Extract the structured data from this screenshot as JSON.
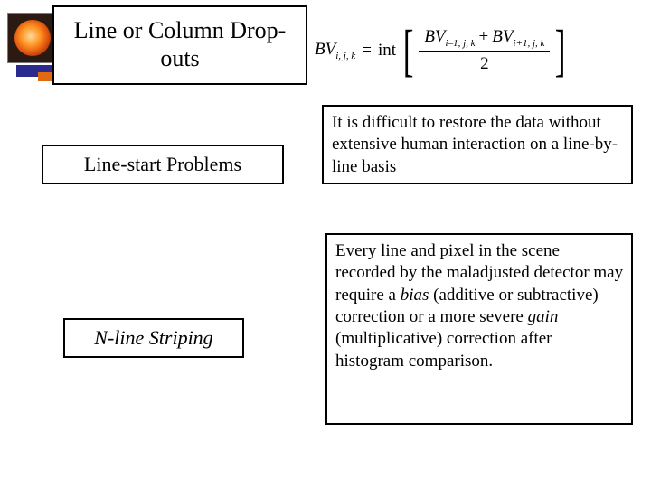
{
  "slide": {
    "title": "Line or Column Drop-outs",
    "logo": {
      "sun_icon": "sun-icon",
      "bar_blue": "#2b2b8f",
      "bar_orange": "#e06a10"
    },
    "formula": {
      "lhs_base": "BV",
      "lhs_sub": "i, j, k",
      "equals": "=",
      "int_label": "int",
      "bracket_left": "[",
      "bracket_right": "]",
      "numerator_left_base": "BV",
      "numerator_left_sub": "i–1, j, k",
      "numerator_plus": "+",
      "numerator_right_base": "BV",
      "numerator_right_sub": "i+1, j, k",
      "denominator": "2"
    },
    "labels": {
      "line_start": "Line-start Problems",
      "n_line_striping": "N-line Striping"
    },
    "texts": {
      "restore": "It is difficult to restore the data without extensive human interaction on a line-by-line basis",
      "every_line_part1": "Every line and pixel in the scene recorded by the maladjusted detector may require a ",
      "every_line_bias": "bias",
      "every_line_part2": " (additive or subtractive) correction or a more severe ",
      "every_line_gain": "gain",
      "every_line_part3": " (multiplicative) correction after histogram comparison."
    }
  }
}
